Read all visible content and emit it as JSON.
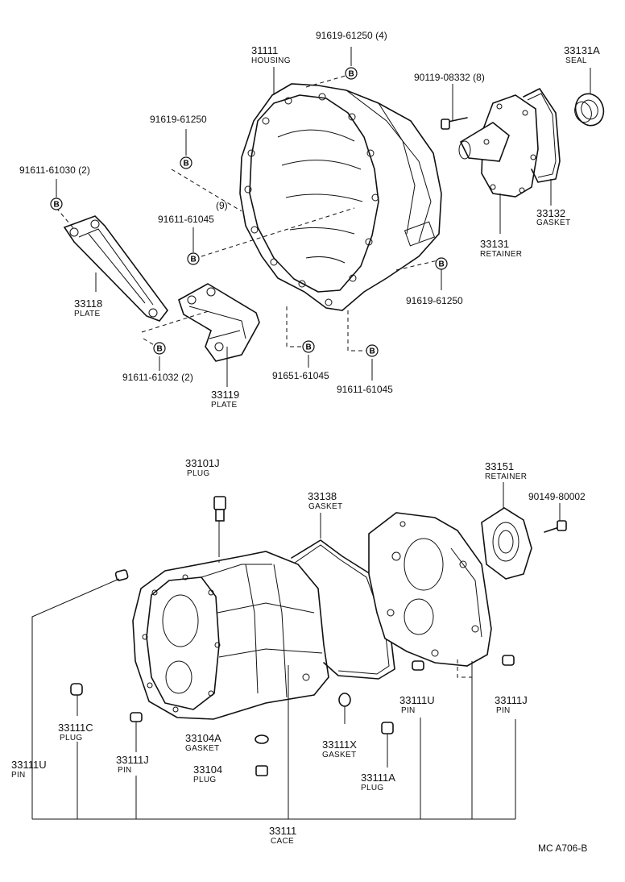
{
  "diagram_code": "MC  A706-B",
  "bolt_symbol": "B",
  "upper": {
    "housing": {
      "num": "31111",
      "desc": "HOUSING"
    },
    "bolt_top": {
      "pn": "91619-61250 (4)"
    },
    "bolt_left_up": {
      "pn": "91619-61250"
    },
    "bolt_plate": {
      "pn": "91611-61030 (2)"
    },
    "qty9": {
      "text": "(9)"
    },
    "bolt_mid": {
      "pn": "91611-61045"
    },
    "plate_a": {
      "num": "33118",
      "desc": "PLATE"
    },
    "bolt_low_l": {
      "pn": "91611-61032 (2)"
    },
    "plate_b": {
      "num": "33119",
      "desc": "PLATE"
    },
    "bolt_bot_c": {
      "pn": "91651-61045"
    },
    "bolt_bot_r": {
      "pn": "91611-61045"
    },
    "bolt_right": {
      "pn": "91619-61250"
    },
    "bolt_ret": {
      "pn": "90119-08332 (8)"
    },
    "seal": {
      "num": "33131A",
      "desc": "SEAL"
    },
    "gasket": {
      "num": "33132",
      "desc": "GASKET"
    },
    "retainer": {
      "num": "33131",
      "desc": "RETAINER"
    }
  },
  "lower": {
    "plug_top": {
      "num": "33101J",
      "desc": "PLUG"
    },
    "gasket": {
      "num": "33138",
      "desc": "GASKET"
    },
    "retainer": {
      "num": "33151",
      "desc": "RETAINER"
    },
    "bolt": {
      "pn": "90149-80002"
    },
    "plug_c": {
      "num": "33111C",
      "desc": "PLUG"
    },
    "pin_u_left": {
      "num": "33111U",
      "desc": "PIN"
    },
    "pin_j_left": {
      "num": "33111J",
      "desc": "PIN"
    },
    "gasket_a": {
      "num": "33104A",
      "desc": "GASKET"
    },
    "plug_b": {
      "num": "33104",
      "desc": "PLUG"
    },
    "gasket_x": {
      "num": "33111X",
      "desc": "GASKET"
    },
    "plug_a": {
      "num": "33111A",
      "desc": "PLUG"
    },
    "pin_u_right": {
      "num": "33111U",
      "desc": "PIN"
    },
    "pin_j_right": {
      "num": "33111J",
      "desc": "PIN"
    },
    "case": {
      "num": "33111",
      "desc": "CACE"
    }
  }
}
